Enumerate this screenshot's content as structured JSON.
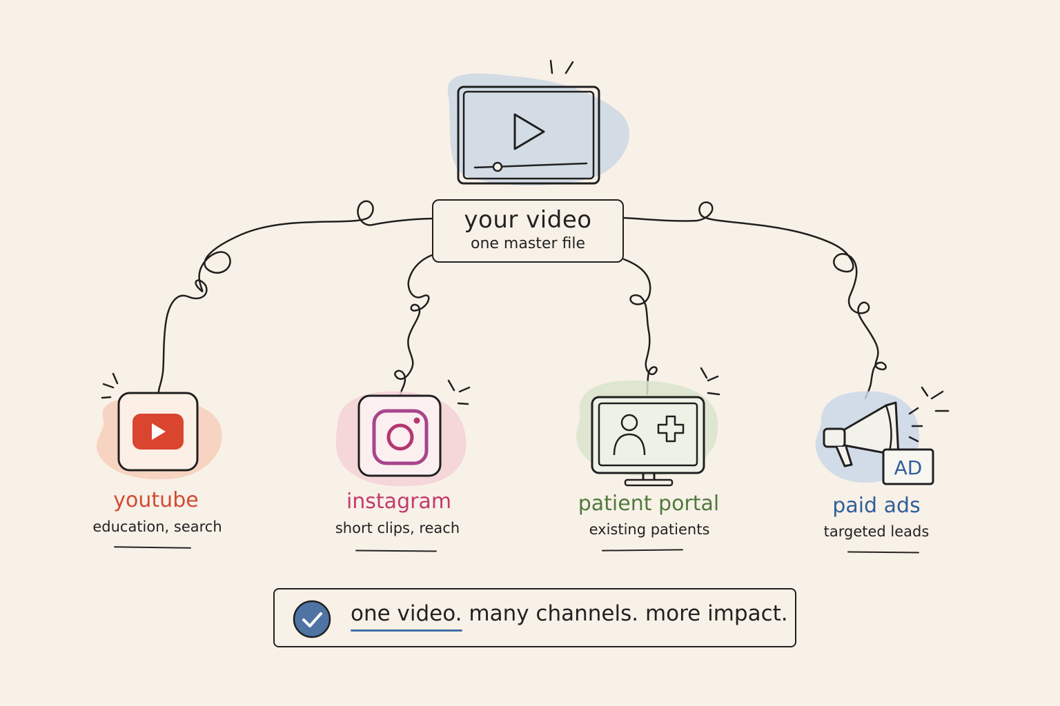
{
  "master": {
    "title": "your video",
    "subtitle": "one master file",
    "icon": "video-player-icon"
  },
  "channels": [
    {
      "name": "youtube",
      "subtitle": "education, search",
      "color": "#d24a33",
      "icon": "youtube-icon"
    },
    {
      "name": "instagram",
      "subtitle": "short clips, reach",
      "color": "#c23a6b",
      "icon": "instagram-icon"
    },
    {
      "name": "patient portal",
      "subtitle": "existing patients",
      "color": "#4f7a3d",
      "icon": "monitor-patient-icon"
    },
    {
      "name": "paid ads",
      "subtitle": "targeted leads",
      "color": "#2f5f9a",
      "icon": "megaphone-icon",
      "badge": "AD"
    }
  ],
  "banner": {
    "highlight": "one video.",
    "rest": " many channels. more impact.",
    "icon": "check-circle-icon",
    "accent": "#3f6fa5"
  }
}
